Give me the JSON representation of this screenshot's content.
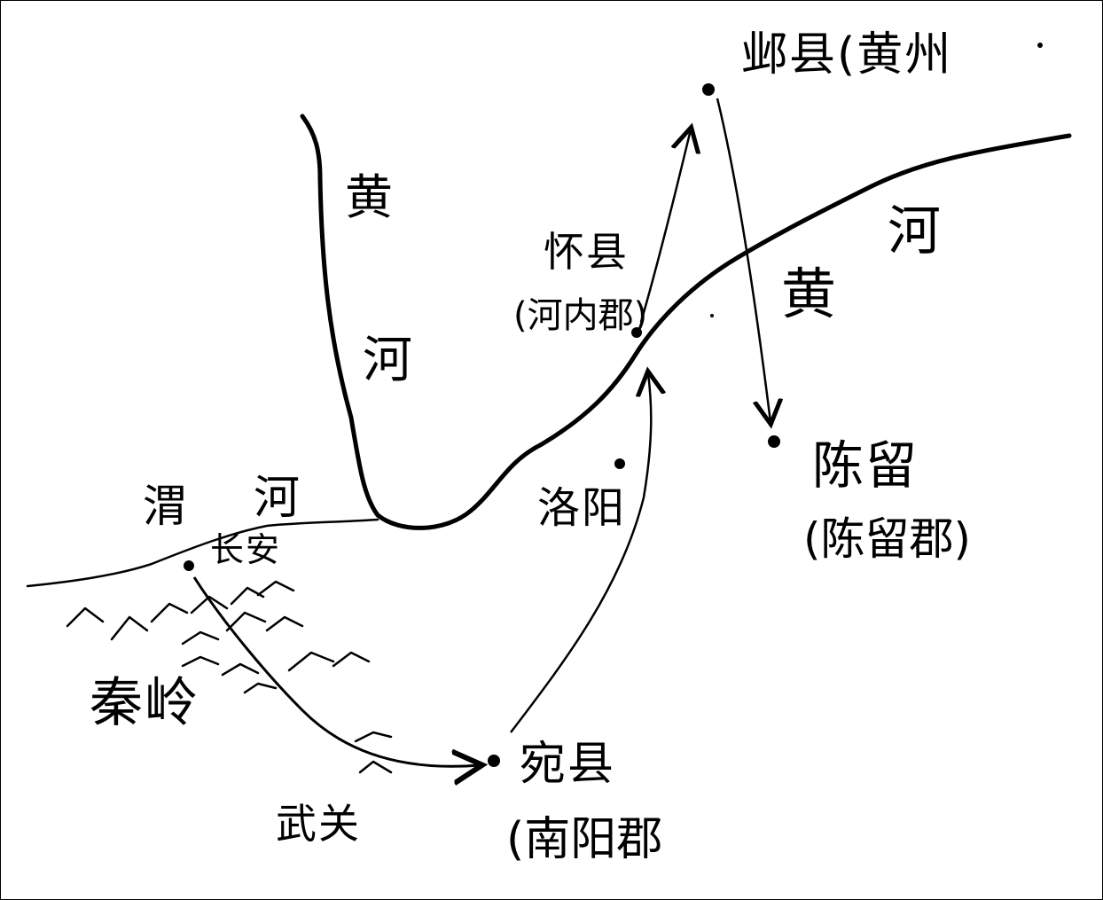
{
  "map": {
    "rivers": {
      "yellow_river_north": "黄",
      "yellow_river_north2": "河",
      "yellow_river_east": "黄",
      "yellow_river_east2": "河",
      "wei_river": "渭",
      "wei_river2": "河"
    },
    "places": {
      "ye_county": "邺县(黄州",
      "huai_county": "怀县",
      "hanei_commandery": "(河内郡)",
      "luoyang": "洛阳",
      "chenliu": "陈留",
      "chenliu_commandery": "(陈留郡)",
      "changan": "长安",
      "wan_county": "宛县",
      "nanyang_commandery": "(南阳郡",
      "wuguan": "武关"
    },
    "mountains": {
      "qinling": "秦岭"
    }
  }
}
